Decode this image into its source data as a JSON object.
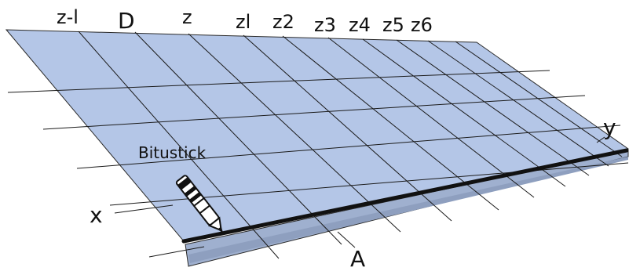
{
  "diagram": {
    "column_labels": [
      "z-l",
      "D",
      "z",
      "zl",
      "z2",
      "z3",
      "z4",
      "z5",
      "z6"
    ],
    "label_x": "x",
    "label_y": "y",
    "label_A": "A",
    "label_tool": "Bitustick",
    "colors": {
      "sheet_fill": "#b4c6e7",
      "sheet_stroke": "#2a2a2a",
      "underside_fill": "#9fb0cf",
      "bead": "#111111",
      "grid_line": "#1a1a1a"
    }
  }
}
